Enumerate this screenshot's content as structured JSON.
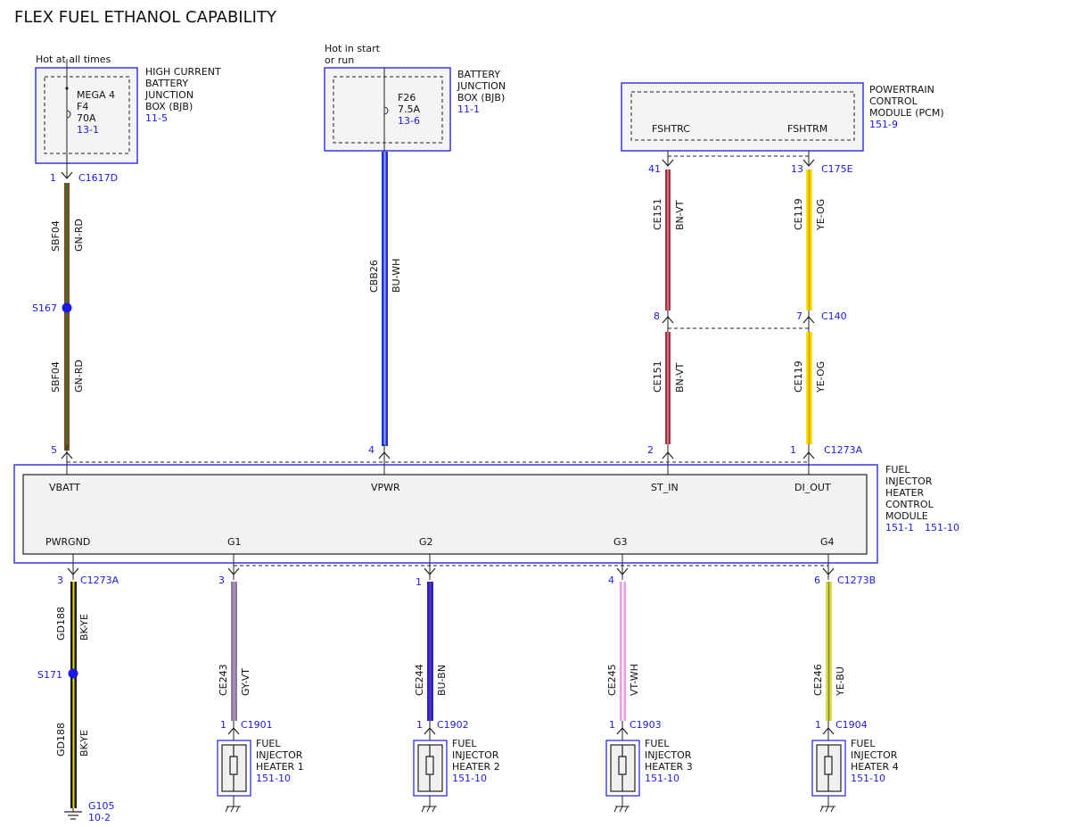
{
  "title": "FLEX FUEL ETHANOL CAPABILITY",
  "colors": {
    "blue": "#1a1ae6",
    "GN-RD": "#2e7d1f",
    "BU-WH": "#1f2fd6",
    "BN-VT": "#a83242",
    "YE-OG": "#f2e600",
    "BK-YE": "#1a1a1a",
    "GY-VT": "#8a7f95",
    "BU-BN": "#2a1fd0",
    "VT-WH": "#e89ee6",
    "YE-BU": "#d9e04a"
  },
  "hcbjb": {
    "hot": "Hot at all times",
    "name": [
      "HIGH CURRENT",
      "BATTERY",
      "JUNCTION",
      "BOX (BJB)"
    ],
    "ref": "11-5",
    "fuse": [
      "MEGA 4",
      "F4",
      "70A"
    ],
    "fuse_ref": "13-1",
    "pin": "1",
    "conn": "C1617D"
  },
  "bjb": {
    "hot": [
      "Hot in start",
      "or run"
    ],
    "name": [
      "BATTERY",
      "JUNCTION",
      "BOX (BJB)"
    ],
    "ref": "11-1",
    "fuse": [
      "F26",
      "7.5A"
    ],
    "fuse_ref": "13-6"
  },
  "pcm": {
    "name": [
      "POWERTRAIN",
      "CONTROL",
      "MODULE (PCM)"
    ],
    "ref": "151-9",
    "pin_a": "FSHTRC",
    "pin_b": "FSHTRM",
    "pa": "41",
    "pb": "13",
    "conn": "C175E"
  },
  "c140": {
    "pa": "8",
    "pb": "7",
    "conn": "C140"
  },
  "wires": {
    "sbf04": {
      "circuit": "SBF04",
      "color": "GN-RD"
    },
    "cbb26": {
      "circuit": "CBB26",
      "color": "BU-WH"
    },
    "ce151": {
      "circuit": "CE151",
      "color": "BN-VT"
    },
    "ce119": {
      "circuit": "CE119",
      "color": "YE-OG"
    },
    "gd188": {
      "circuit": "GD188",
      "color": "BK-YE"
    },
    "ce243": {
      "circuit": "CE243",
      "color": "GY-VT"
    },
    "ce244": {
      "circuit": "CE244",
      "color": "BU-BN"
    },
    "ce245": {
      "circuit": "CE245",
      "color": "VT-WH"
    },
    "ce246": {
      "circuit": "CE246",
      "color": "YE-BU"
    }
  },
  "splices": {
    "s167": "S167",
    "s171": "S171"
  },
  "module": {
    "name": [
      "FUEL",
      "INJECTOR",
      "HEATER",
      "CONTROL",
      "MODULE"
    ],
    "ref_a": "151-1",
    "ref_b": "151-10",
    "top_pins": [
      {
        "label": "VBATT",
        "num": "5"
      },
      {
        "label": "VPWR",
        "num": "4"
      },
      {
        "label": "ST_IN",
        "num": "2"
      },
      {
        "label": "DI_OUT",
        "num": "1"
      }
    ],
    "top_conn": "C1273A",
    "bottom_pins": [
      {
        "label": "PWRGND",
        "num": "3"
      },
      {
        "label": "G1",
        "num": "3"
      },
      {
        "label": "G2",
        "num": "1"
      },
      {
        "label": "G3",
        "num": "4"
      },
      {
        "label": "G4",
        "num": "6"
      }
    ],
    "bottom_conn_a": "C1273A",
    "bottom_conn_b": "C1273B"
  },
  "heaters": [
    {
      "pin": "1",
      "conn": "C1901",
      "name": [
        "FUEL",
        "INJECTOR",
        "HEATER 1"
      ],
      "ref": "151-10"
    },
    {
      "pin": "1",
      "conn": "C1902",
      "name": [
        "FUEL",
        "INJECTOR",
        "HEATER 2"
      ],
      "ref": "151-10"
    },
    {
      "pin": "1",
      "conn": "C1903",
      "name": [
        "FUEL",
        "INJECTOR",
        "HEATER 3"
      ],
      "ref": "151-10"
    },
    {
      "pin": "1",
      "conn": "C1904",
      "name": [
        "FUEL",
        "INJECTOR",
        "HEATER 4"
      ],
      "ref": "151-10"
    }
  ],
  "ground": {
    "name": "G105",
    "ref": "10-2"
  }
}
